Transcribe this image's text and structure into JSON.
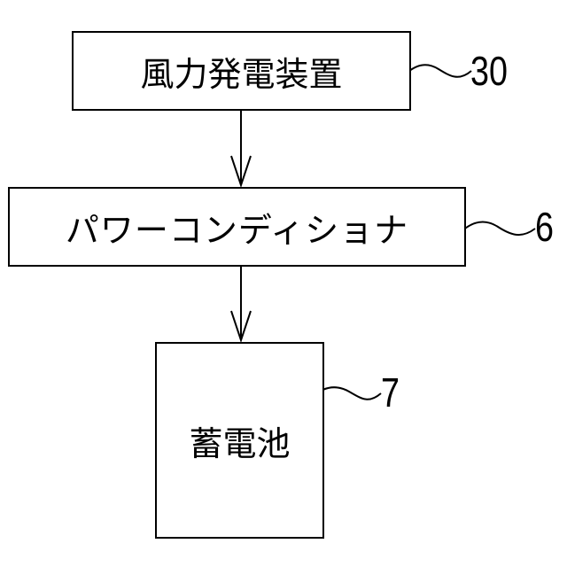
{
  "blocks": {
    "wind_generator": "風力発電装置",
    "power_conditioner": "パワーコンディショナ",
    "battery": "蓄電池"
  },
  "reference_numbers": {
    "wind_generator": "30",
    "power_conditioner": "6",
    "battery": "7"
  }
}
